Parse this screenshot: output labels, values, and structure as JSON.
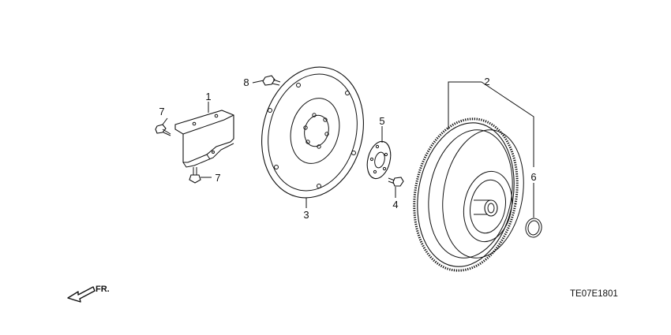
{
  "callouts": {
    "c1": "1",
    "c2": "2",
    "c3": "3",
    "c4": "4",
    "c5": "5",
    "c6": "6",
    "c7a": "7",
    "c7b": "7",
    "c8": "8"
  },
  "direction_label": "FR.",
  "diagram_code": "TE07E1801"
}
